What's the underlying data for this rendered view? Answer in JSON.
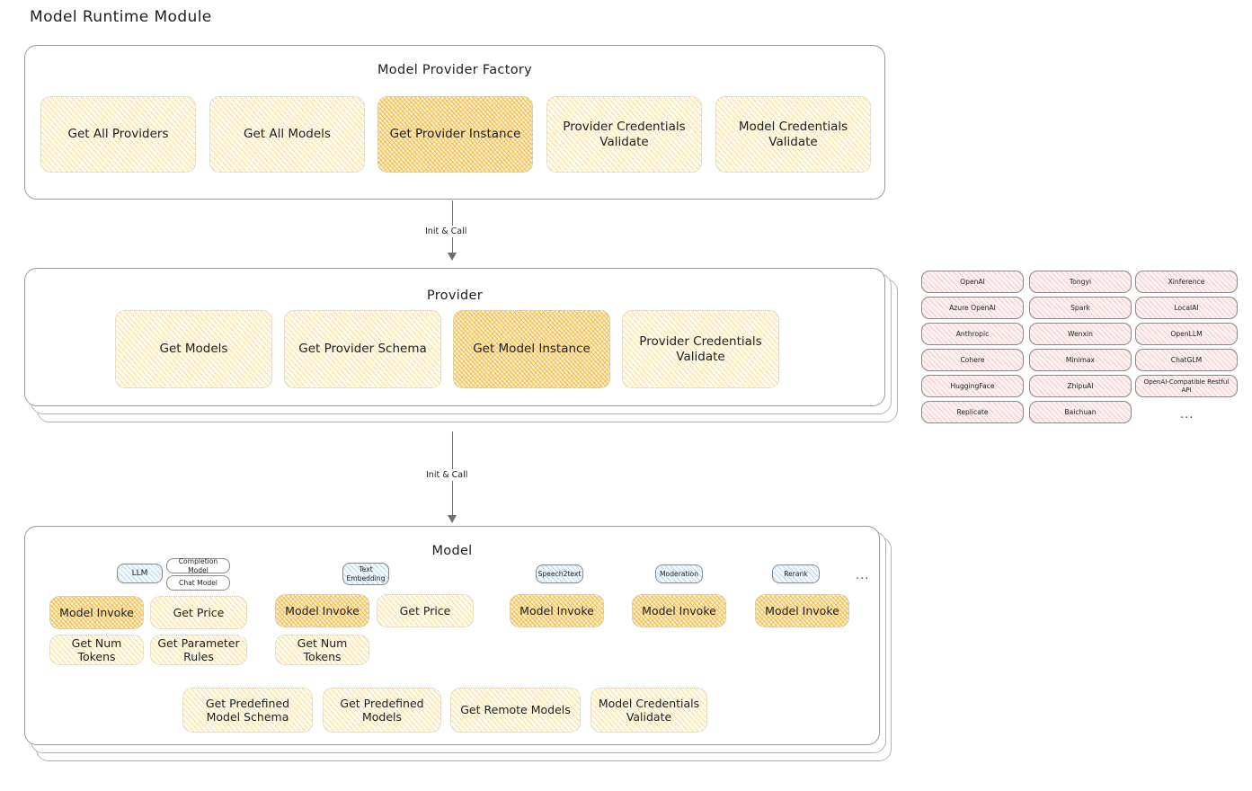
{
  "title": "Model Runtime Module",
  "factory": {
    "title": "Model Provider Factory",
    "nodes": [
      {
        "label": "Get All Providers",
        "highlight": false
      },
      {
        "label": "Get All Models",
        "highlight": false
      },
      {
        "label": "Get Provider Instance",
        "highlight": true
      },
      {
        "label": "Provider Credentials Validate",
        "highlight": false
      },
      {
        "label": "Model Credentials Validate",
        "highlight": false
      }
    ]
  },
  "arrow1": {
    "label": "Init & Call"
  },
  "provider": {
    "title": "Provider",
    "nodes": [
      {
        "label": "Get Models",
        "highlight": false
      },
      {
        "label": "Get Provider Schema",
        "highlight": false
      },
      {
        "label": "Get Model Instance",
        "highlight": true
      },
      {
        "label": "Provider Credentials Validate",
        "highlight": false
      }
    ]
  },
  "provider_list": {
    "columns": [
      [
        "OpenAI",
        "Azure OpenAI",
        "Anthropic",
        "Cohere",
        "HuggingFace",
        "Replicate"
      ],
      [
        "Tongyi",
        "Spark",
        "Wenxin",
        "Minimax",
        "ZhipuAI",
        "Baichuan"
      ],
      [
        "Xinference",
        "LocalAI",
        "OpenLLM",
        "ChatGLM",
        "OpenAI-Compatible Restful API"
      ]
    ],
    "more": "..."
  },
  "arrow2": {
    "label": "Init & Call"
  },
  "model": {
    "title": "Model",
    "more": "...",
    "types": [
      {
        "name": "LLM",
        "subtypes": [
          "Completion Model",
          "Chat Model"
        ],
        "methods_row1": [
          "Model Invoke",
          "Get Price"
        ],
        "methods_row2": [
          "Get Num Tokens",
          "Get Parameter Rules"
        ]
      },
      {
        "name": "Text Embedding",
        "subtypes": [],
        "methods_row1": [
          "Model Invoke",
          "Get Price"
        ],
        "methods_row2": [
          "Get Num Tokens"
        ]
      },
      {
        "name": "Speech2text",
        "subtypes": [],
        "methods_row1": [
          "Model Invoke"
        ],
        "methods_row2": []
      },
      {
        "name": "Moderation",
        "subtypes": [],
        "methods_row1": [
          "Model Invoke"
        ],
        "methods_row2": []
      },
      {
        "name": "Rerank",
        "subtypes": [],
        "methods_row1": [
          "Model Invoke"
        ],
        "methods_row2": []
      }
    ],
    "common_methods": [
      "Get Predefined Model Schema",
      "Get Predefined Models",
      "Get Remote Models",
      "Model Credentials Validate"
    ]
  },
  "colors": {
    "hachure_yellow": "#f5c346",
    "hachure_orange": "#f0b22a",
    "hachure_pink": "#e28080",
    "hachure_blue": "#6eaade",
    "stroke": "#9a9a9a",
    "text": "#1e1e1e"
  }
}
